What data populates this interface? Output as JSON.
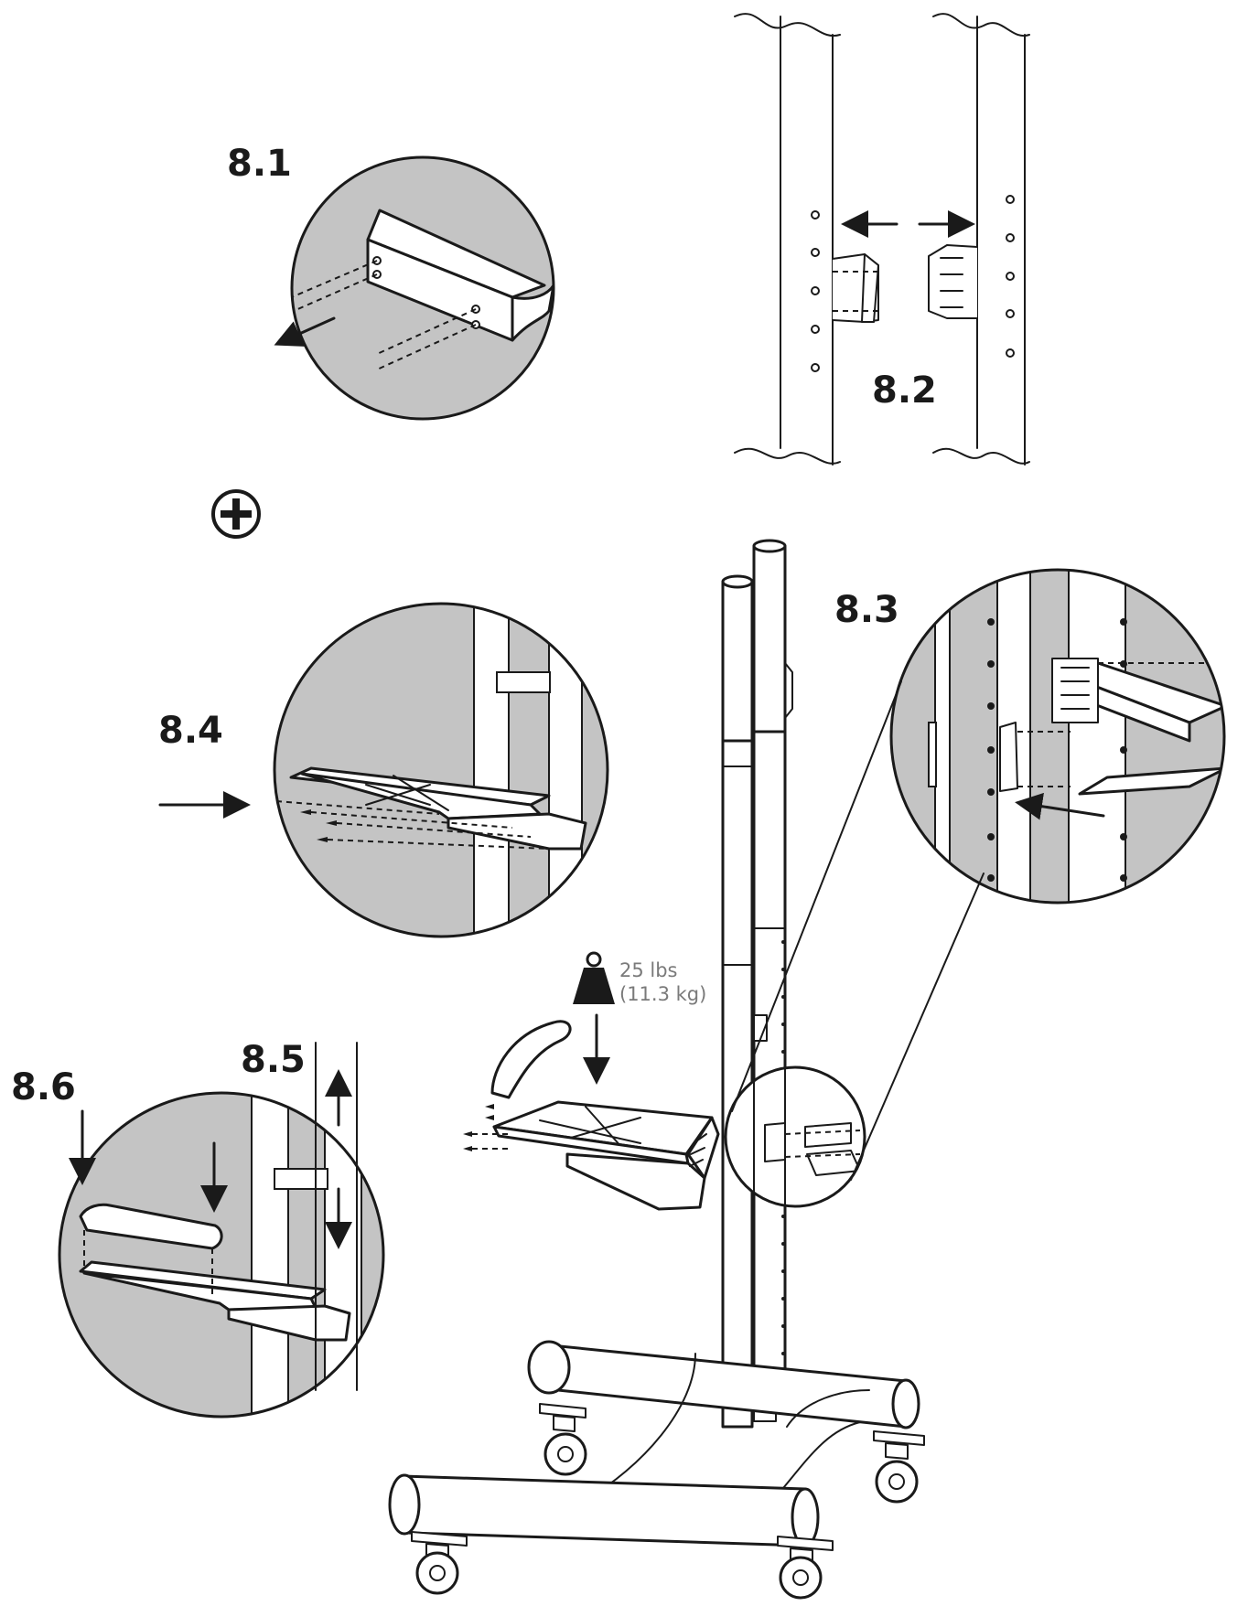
{
  "steps": {
    "s81": "8.1",
    "s82": "8.2",
    "s83": "8.3",
    "s84": "8.4",
    "s85": "8.5",
    "s86": "8.6"
  },
  "weight": {
    "lbs": "25 lbs",
    "kg": "(11.3 kg)"
  },
  "icons": {
    "screwdriver": "phillips-screwdriver-icon",
    "weight": "weight-icon"
  },
  "colors": {
    "ink": "#1a1a1a",
    "detail_background": "#c4c4c4",
    "weight_text": "#7a7a7a"
  }
}
